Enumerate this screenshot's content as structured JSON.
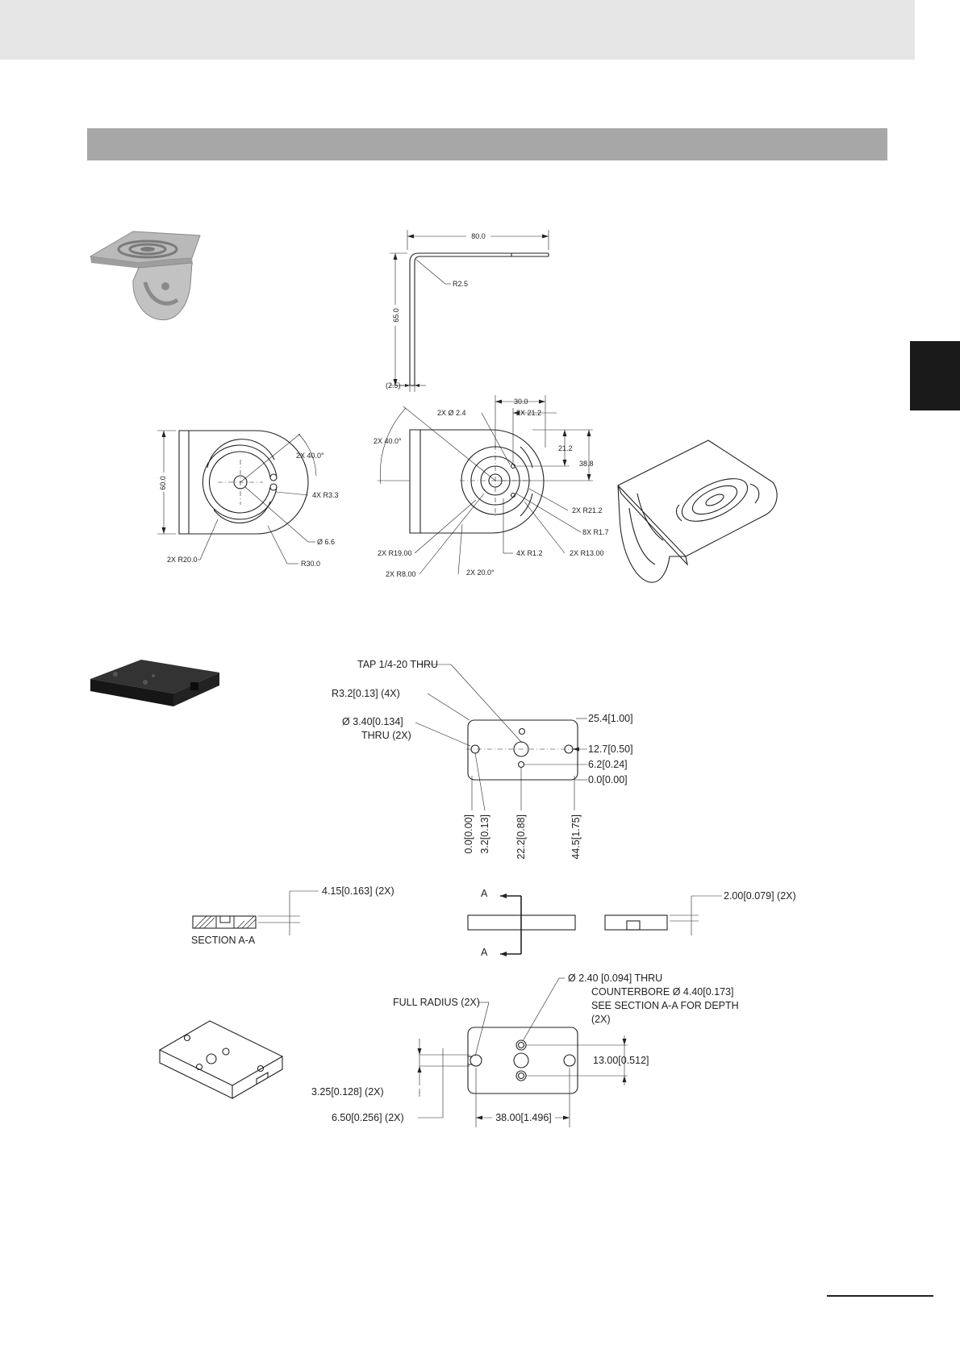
{
  "bracket_dims": {
    "side_width": "80.0",
    "side_height": "65.0",
    "side_bend_radius": "R2.5",
    "side_thickness": "(2.5)",
    "face_height": "60.0",
    "face_slot_angle": "2X 40.0°",
    "face_corner_radius": "4X R3.3",
    "face_center_hole": "Ø 6.6",
    "face_slot_radius": "2X R20.0",
    "face_outer_radius": "R30.0",
    "top_width": "30.0",
    "top_half_width": "2X 21.2",
    "top_small_hole": "2X Ø 2.4",
    "top_angle": "2X 40.0°",
    "top_offset": "21.2",
    "top_depth": "38.8",
    "top_radius_a": "2X R21.2",
    "top_radius_b": "8X R1.7",
    "top_radius_c": "4X R1.2",
    "top_radius_d": "2X R13.00",
    "top_radius_e": "2X R19.00",
    "top_radius_f": "2X R8.00",
    "top_angle_b": "2X 20.0°"
  },
  "plate_dims": {
    "tap": "TAP 1/4-20 THRU",
    "corner_radius": "R3.2[0.13] (4X)",
    "hole_a": "Ø 3.40[0.134]",
    "hole_a_thru": "THRU (2X)",
    "y_254": "25.4[1.00]",
    "y_127": "12.7[0.50]",
    "y_62": "6.2[0.24]",
    "y_00": "0.0[0.00]",
    "x_00": "0.0[0.00]",
    "x_32": "3.2[0.13]",
    "x_222": "22.2[0.88]",
    "x_445": "44.5[1.75]",
    "cb_depth": "4.15[0.163] (2X)",
    "section_label": "SECTION A-A",
    "section_mark_top": "A",
    "section_mark_bottom": "A",
    "slot_depth": "2.00[0.079] (2X)",
    "full_radius": "FULL RADIUS (2X)",
    "cb_line1": "Ø 2.40 [0.094] THRU",
    "cb_line2": "COUNTERBORE Ø 4.40[0.173]",
    "cb_line3": "SEE SECTION A-A FOR DEPTH",
    "cb_line4": "(2X)",
    "slot_width": "3.25[0.128] (2X)",
    "slot_len": "6.50[0.256] (2X)",
    "hole_pitch": "13.00[0.512]",
    "hole_span": "38.00[1.496]"
  }
}
